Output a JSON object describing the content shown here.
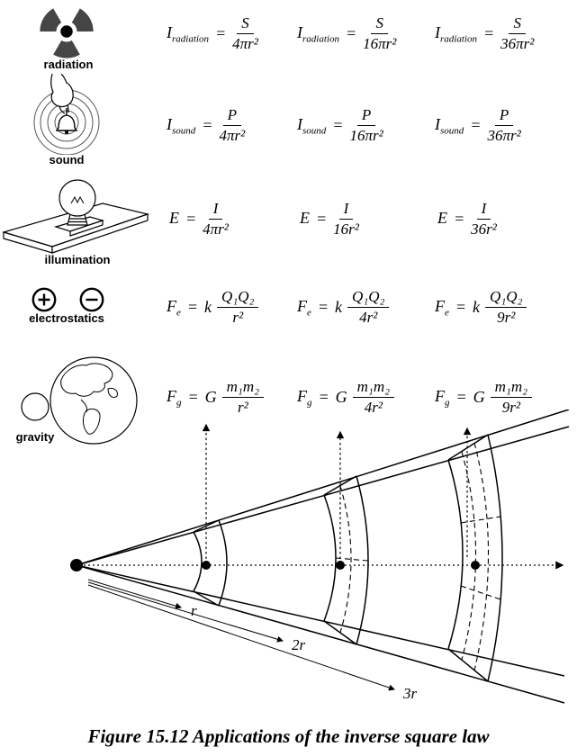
{
  "page": {
    "background": "#ffffff",
    "caption": "Figure 15.12 Applications of the inverse square law"
  },
  "symbols": {
    "equals": "="
  },
  "rows": [
    {
      "label": "radiation",
      "icon": "radiation-trefoil-icon",
      "formulas": [
        {
          "lhs": "I",
          "sub": "radiation",
          "coef": "",
          "num": "S",
          "den": "4πr²"
        },
        {
          "lhs": "I",
          "sub": "radiation",
          "coef": "",
          "num": "S",
          "den": "16πr²"
        },
        {
          "lhs": "I",
          "sub": "radiation",
          "coef": "",
          "num": "S",
          "den": "36πr²"
        }
      ]
    },
    {
      "label": "sound",
      "icon": "hand-bell-icon",
      "formulas": [
        {
          "lhs": "I",
          "sub": "sound",
          "coef": "",
          "num": "P",
          "den": "4πr²"
        },
        {
          "lhs": "I",
          "sub": "sound",
          "coef": "",
          "num": "P",
          "den": "16πr²"
        },
        {
          "lhs": "I",
          "sub": "sound",
          "coef": "",
          "num": "P",
          "den": "36πr²"
        }
      ]
    },
    {
      "label": "illumination",
      "icon": "light-bulb-icon",
      "formulas": [
        {
          "lhs": "E",
          "sub": "",
          "coef": "",
          "num": "I",
          "den": "4πr²"
        },
        {
          "lhs": "E",
          "sub": "",
          "coef": "",
          "num": "I",
          "den": "16r²"
        },
        {
          "lhs": "E",
          "sub": "",
          "coef": "",
          "num": "I",
          "den": "36r²"
        }
      ]
    },
    {
      "label": "electrostatics",
      "icon": "plus-minus-charges-icon",
      "formulas": [
        {
          "lhs": "F",
          "sub": "e",
          "coef": "k",
          "num": "Q₁Q₂",
          "den": "r²"
        },
        {
          "lhs": "F",
          "sub": "e",
          "coef": "k",
          "num": "Q₁Q₂",
          "den": "4r²"
        },
        {
          "lhs": "F",
          "sub": "e",
          "coef": "k",
          "num": "Q₁Q₂",
          "den": "9r²"
        }
      ]
    },
    {
      "label": "gravity",
      "icon": "earth-globe-icon",
      "formulas": [
        {
          "lhs": "F",
          "sub": "g",
          "coef": "G",
          "num": "m₁m₂",
          "den": "r²"
        },
        {
          "lhs": "F",
          "sub": "g",
          "coef": "G",
          "num": "m₁m₂",
          "den": "4r²"
        },
        {
          "lhs": "F",
          "sub": "g",
          "coef": "G",
          "num": "m₁m₂",
          "den": "9r²"
        }
      ]
    }
  ],
  "diagram": {
    "distance_labels": [
      "r",
      "2r",
      "3r"
    ]
  }
}
